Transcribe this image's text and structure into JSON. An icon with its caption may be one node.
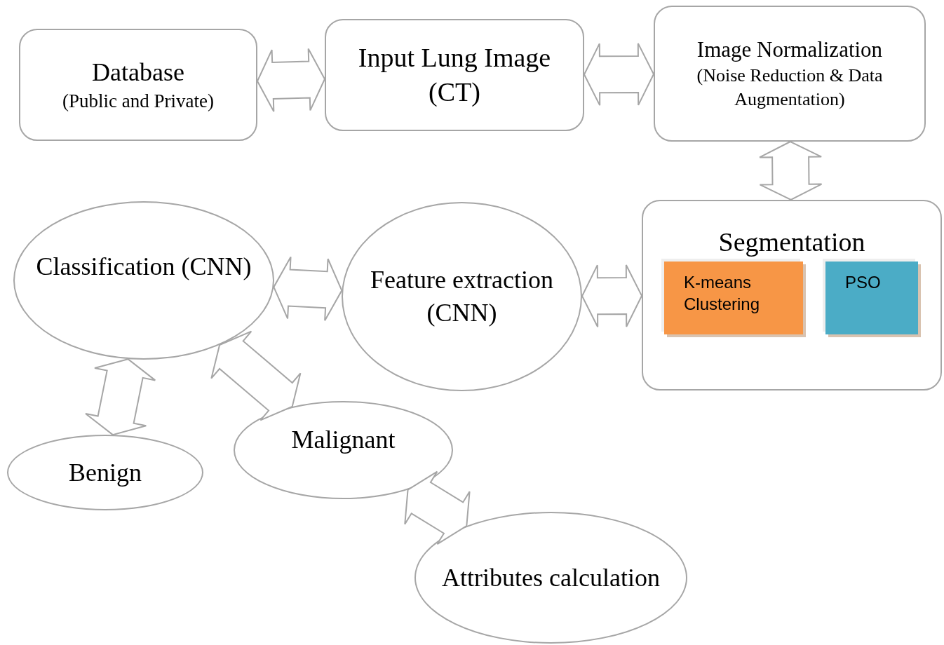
{
  "diagram": {
    "nodes": [
      {
        "text": [
          "Database",
          "(Public and Private)"
        ]
      },
      {
        "text": [
          "Input Lung Image (CT)"
        ]
      },
      {
        "text": [
          "Image Normalization",
          "(Noise Reduction & Data Augmentation)"
        ]
      },
      {
        "text": [
          "Segmentation"
        ]
      },
      {
        "text": [
          "K-means Clustering"
        ],
        "in": 3
      },
      {
        "text": [
          "PSO"
        ],
        "in": 3
      },
      {
        "text": [
          "Classification (CNN)"
        ]
      },
      {
        "text": [
          "Feature extraction (CNN)"
        ]
      },
      {
        "text": [
          "Benign"
        ]
      },
      {
        "text": [
          "Malignant"
        ]
      },
      {
        "text": [
          "Attributes calculation"
        ]
      }
    ],
    "edges": [
      {
        "from": 0,
        "to": 1,
        "arrow": "both"
      },
      {
        "from": 1,
        "to": 2,
        "arrow": "both"
      },
      {
        "from": 2,
        "to": 3,
        "arrow": "both"
      },
      {
        "from": 3,
        "to": 7,
        "arrow": "both"
      },
      {
        "from": 7,
        "to": 6,
        "arrow": "both"
      },
      {
        "from": 6,
        "to": 8,
        "arrow": "both"
      },
      {
        "from": 6,
        "to": 9,
        "arrow": "both"
      },
      {
        "from": 9,
        "to": 10,
        "arrow": "both"
      }
    ]
  }
}
